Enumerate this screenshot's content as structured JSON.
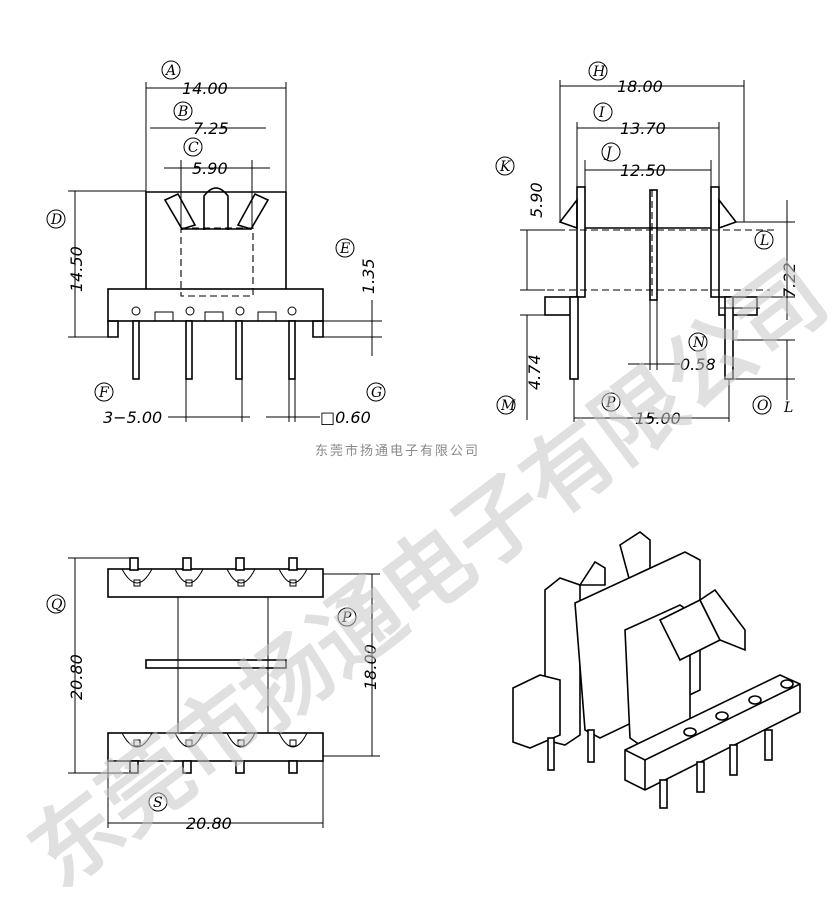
{
  "labels": {
    "A": "A",
    "B": "B",
    "C": "C",
    "D": "D",
    "E": "E",
    "F": "F",
    "G": "G",
    "H": "H",
    "I": "I",
    "J": "J",
    "K": "K",
    "L": "L",
    "M": "M",
    "N": "N",
    "O": "O",
    "L2": "L",
    "P": "P",
    "Q": "Q",
    "R": "P",
    "S": "S"
  },
  "dims": {
    "A": "14.00",
    "B": "7.25",
    "C": "5.90",
    "D": "14.50",
    "E": "1.35",
    "F": "3−5.00",
    "G": "□0.60",
    "H": "18.00",
    "I": "13.70",
    "J": "12.50",
    "K": "5.90",
    "L": "7.22",
    "M": "4.74",
    "N": "0.58",
    "P": "15.00",
    "Q": "20.80",
    "R": "18.00",
    "S": "20.80"
  },
  "watermark": {
    "company_small": "东莞市扬通电子有限公司",
    "company_big": "东莞市扬通电子有限公司"
  }
}
